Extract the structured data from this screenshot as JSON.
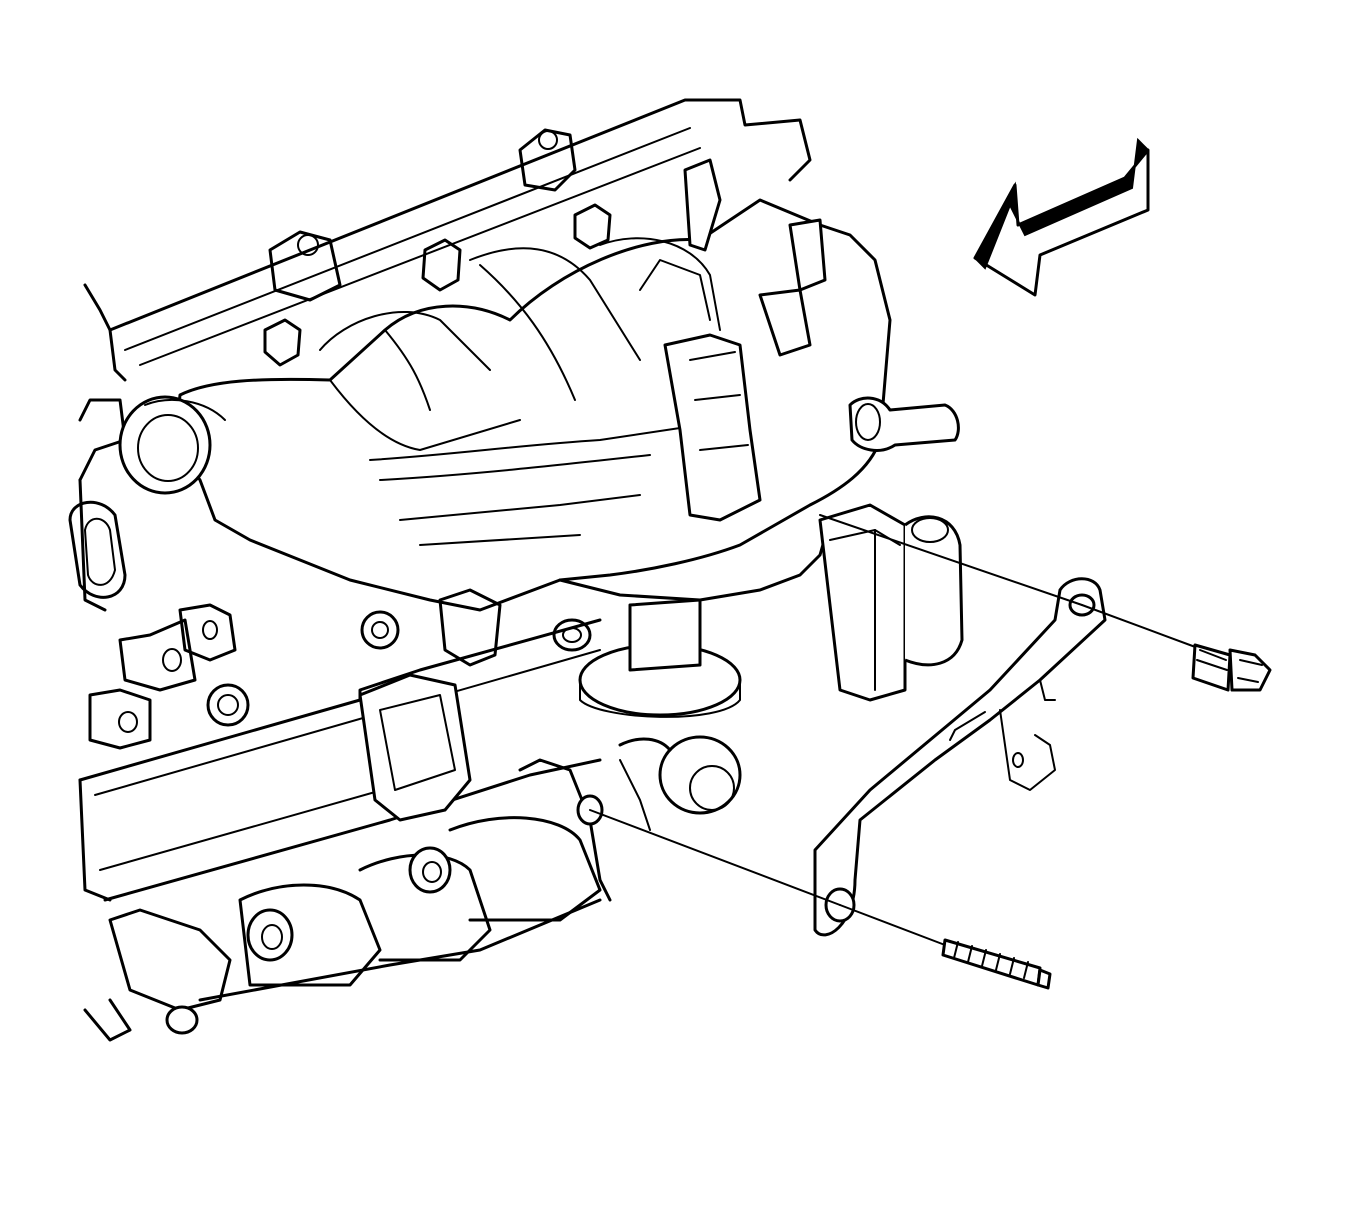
{
  "diagram": {
    "type": "exploded-view-line-drawing",
    "text_labels": [],
    "stroke_color": "#000000",
    "background_color": "#ffffff",
    "parts": [
      {
        "id": "intake-manifold"
      },
      {
        "id": "exhaust-manifold"
      },
      {
        "id": "cylinder-head"
      },
      {
        "id": "mounting-bracket"
      },
      {
        "id": "upper-bracket-bolt"
      },
      {
        "id": "lower-bracket-stud"
      },
      {
        "id": "view-direction-arrow"
      }
    ]
  }
}
